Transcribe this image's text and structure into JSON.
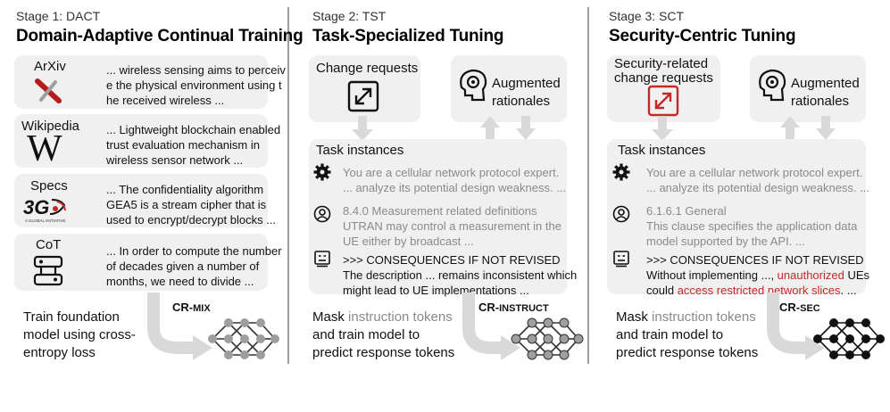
{
  "stage1": {
    "label": "Stage 1: DACT",
    "title": "Domain-Adaptive Continual Training",
    "sources": [
      {
        "name": "ArXiv",
        "icon": "arxiv-icon",
        "text": [
          "... wireless sensing aims to perceiv",
          "e the physical environment using t",
          "he received wireless ..."
        ]
      },
      {
        "name": "Wikipedia",
        "icon": "wikipedia-icon",
        "text": [
          "... Lightweight blockchain enabled",
          "trust evaluation mechanism in",
          "wireless sensor network ..."
        ]
      },
      {
        "name": "Specs",
        "icon": "3gpp-logo",
        "text": [
          "... The confidentiality algorithm",
          "GEA5 is a stream cipher that is",
          "used to encrypt/decrypt blocks ..."
        ]
      },
      {
        "name": "CoT",
        "icon": "flow-icon",
        "text": [
          "... In order to compute the number",
          "of decades given a number of",
          "months, we need to divide ..."
        ]
      }
    ],
    "desc": [
      "Train foundation",
      "model using cross-",
      "entropy loss"
    ],
    "model_main": "CR-",
    "model_sub": "MIX"
  },
  "stage2": {
    "label": "Stage 2: TST",
    "title": "Task-Specialized Tuning",
    "change_box": "Change requests",
    "aug_line1": "Augmented",
    "aug_line2": "rationales",
    "task_title": "Task instances",
    "instr": [
      "You are a cellular network protocol expert.",
      "... analyze its potential design weakness. ..."
    ],
    "input": [
      "8.4.0 Measurement related definitions",
      "UTRAN may control a measurement in the",
      "UE either by broadcast ..."
    ],
    "resp": [
      "The description ... remains inconsistent which",
      "might lead to UE  implementations ..."
    ],
    "mask_pre": "Mask ",
    "mask_gray": "instruction tokens",
    "desc2": "and train model to",
    "desc3": "predict response tokens",
    "model_main": "CR-",
    "model_sub": "INSTRUCT"
  },
  "stage3": {
    "label": "Stage 3: SCT",
    "title": "Security-Centric Tuning",
    "change_line1": "Security-related",
    "change_line2": "change requests",
    "aug_line1": "Augmented",
    "aug_line2": "rationales",
    "task_title": "Task instances",
    "instr": [
      "You are a cellular network protocol expert.",
      "... analyze its potential design weakness. ..."
    ],
    "input": [
      "6.1.6.1 General",
      "This clause specifies the application data",
      "model supported by the API. ..."
    ],
    "resp_a": "Without implementing ..., ",
    "resp_red1": "unauthorized",
    "resp_b": " UEs",
    "resp_c": "could ",
    "resp_red2": "access restricted network slices",
    "resp_d": ". ...",
    "mask_pre": "Mask ",
    "mask_gray": "instruction tokens",
    "desc2": "and train model to",
    "desc3": "predict response tokens",
    "model_main": "CR-",
    "model_sub": "SEC"
  },
  "consequences": ">>> CONSEQUENCES IF NOT REVISED",
  "colors": {
    "card": "#f0f0f0",
    "arrow": "#d9d9d9",
    "red": "#c62828",
    "gray_text": "#8a8a8a"
  }
}
